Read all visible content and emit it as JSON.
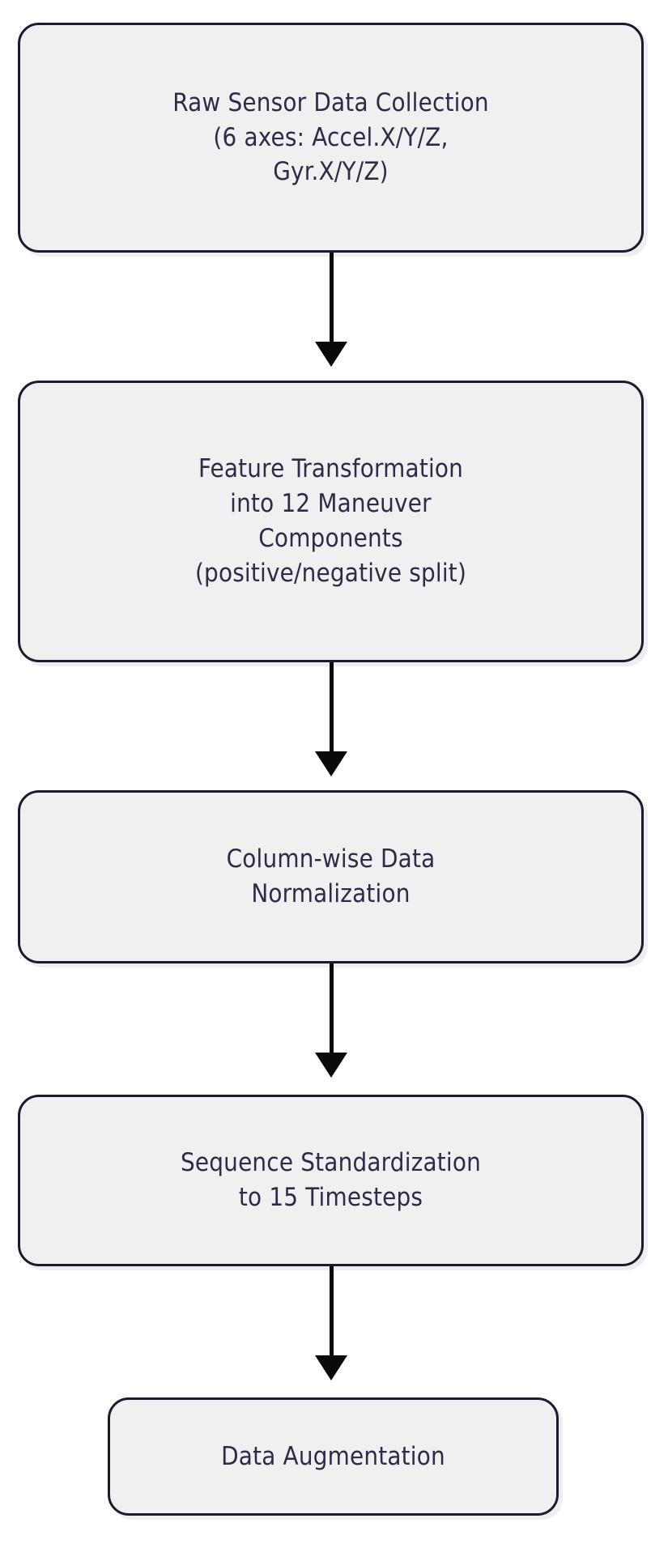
{
  "diagram": {
    "type": "flowchart",
    "orientation": "top-to-bottom",
    "theme": {
      "node_fill": "#f0f0f0",
      "node_border": "#1b1b2f",
      "node_text": "#2c2c48",
      "edge_color": "#0a0a0a",
      "background": "#ffffff"
    },
    "nodes": [
      {
        "id": "raw-sensor-data-collection",
        "label": "Raw Sensor Data Collection\n(6 axes: Accel.X/Y/Z,\nGyr.X/Y/Z)",
        "lines": [
          "Raw Sensor Data Collection",
          "(6 axes: Accel.X/Y/Z,",
          "Gyr.X/Y/Z)"
        ]
      },
      {
        "id": "feature-transformation",
        "label": "Feature Transformation\ninto 12 Maneuver\nComponents\n(positive/negative split)",
        "lines": [
          "Feature Transformation",
          "into 12 Maneuver",
          "Components",
          "(positive/negative split)"
        ]
      },
      {
        "id": "column-wise-data-normalization",
        "label": "Column-wise Data\nNormalization",
        "lines": [
          "Column-wise Data",
          "Normalization"
        ]
      },
      {
        "id": "sequence-standardization",
        "label": "Sequence Standardization\nto 15 Timesteps",
        "lines": [
          "Sequence Standardization",
          "to 15 Timesteps"
        ]
      },
      {
        "id": "data-augmentation",
        "label": "Data Augmentation",
        "lines": [
          "Data Augmentation"
        ]
      }
    ],
    "edges": [
      {
        "id": "edge-0",
        "from": "raw-sensor-data-collection",
        "to": "feature-transformation",
        "style": "solid-arrow"
      },
      {
        "id": "edge-1",
        "from": "feature-transformation",
        "to": "column-wise-data-normalization",
        "style": "solid-arrow"
      },
      {
        "id": "edge-2",
        "from": "column-wise-data-normalization",
        "to": "sequence-standardization",
        "style": "solid-arrow"
      },
      {
        "id": "edge-3",
        "from": "sequence-standardization",
        "to": "data-augmentation",
        "style": "solid-arrow"
      }
    ]
  }
}
